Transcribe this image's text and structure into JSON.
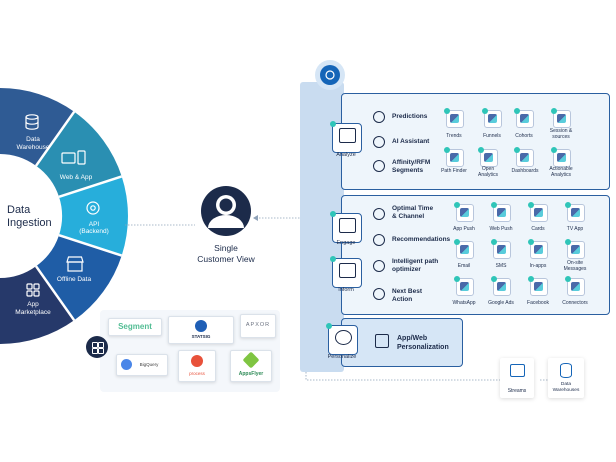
{
  "ingestion": {
    "title_line1": "Data",
    "title_line2": "Ingestion",
    "segments": [
      {
        "line1": "Data",
        "line2": "Warehouse"
      },
      {
        "line1": "Web & App",
        "line2": ""
      },
      {
        "line1": "API",
        "line2": "(Backend)"
      },
      {
        "line1": "Offline Data",
        "line2": ""
      },
      {
        "line1": "App",
        "line2": "Marketplace"
      }
    ]
  },
  "center": {
    "line1": "Single",
    "line2": "Customer View"
  },
  "integrations": [
    "Segment",
    "STATSIG",
    "APXOR",
    "BigQuery",
    "process",
    "AppsFlyer"
  ],
  "analyze": {
    "chip_label": "Analyze",
    "features": [
      {
        "line1": "Predictions",
        "line2": ""
      },
      {
        "line1": "AI Assistant",
        "line2": ""
      },
      {
        "line1": "Affinity/RFM",
        "line2": "Segments"
      }
    ],
    "tools": [
      {
        "line1": "Trends",
        "line2": ""
      },
      {
        "line1": "Funnels",
        "line2": ""
      },
      {
        "line1": "Cohorts",
        "line2": ""
      },
      {
        "line1": "Session &",
        "line2": "sources"
      },
      {
        "line1": "Path Finder",
        "line2": ""
      },
      {
        "line1": "Open",
        "line2": "Analytics"
      },
      {
        "line1": "Dashboards",
        "line2": ""
      },
      {
        "line1": "Actionable",
        "line2": "Analytics"
      }
    ]
  },
  "engage": {
    "engage_label": "Engage",
    "inform_label": "Inform",
    "features": [
      {
        "line1": "Optimal Time",
        "line2": "& Channel"
      },
      {
        "line1": "Recommendations",
        "line2": ""
      },
      {
        "line1": "Intelligent path",
        "line2": "optimizer"
      },
      {
        "line1": "Next Best",
        "line2": "Action"
      }
    ],
    "channels": [
      {
        "line1": "App Push",
        "line2": ""
      },
      {
        "line1": "Web Push",
        "line2": ""
      },
      {
        "line1": "Cards",
        "line2": ""
      },
      {
        "line1": "TV App",
        "line2": ""
      },
      {
        "line1": "Email",
        "line2": ""
      },
      {
        "line1": "SMS",
        "line2": ""
      },
      {
        "line1": "In-apps",
        "line2": ""
      },
      {
        "line1": "On-site",
        "line2": "Messages"
      },
      {
        "line1": "WhatsApp",
        "line2": ""
      },
      {
        "line1": "Google Ads",
        "line2": ""
      },
      {
        "line1": "Facebook",
        "line2": ""
      },
      {
        "line1": "Connectors",
        "line2": ""
      }
    ]
  },
  "personalize": {
    "chip_label": "Personalize",
    "feature_line1": "App/Web",
    "feature_line2": "Personalization"
  },
  "outputs": [
    {
      "label": "Streams"
    },
    {
      "line1": "Data",
      "line2": "Warehouses"
    }
  ],
  "colors": {
    "navy": "#1c2b4a",
    "blue": "#1565b8",
    "teal": "#2fb0c9",
    "panel_border": "#2a5fa0",
    "panel_bg": "#eef5fb",
    "spine": "#c9dcf0"
  }
}
